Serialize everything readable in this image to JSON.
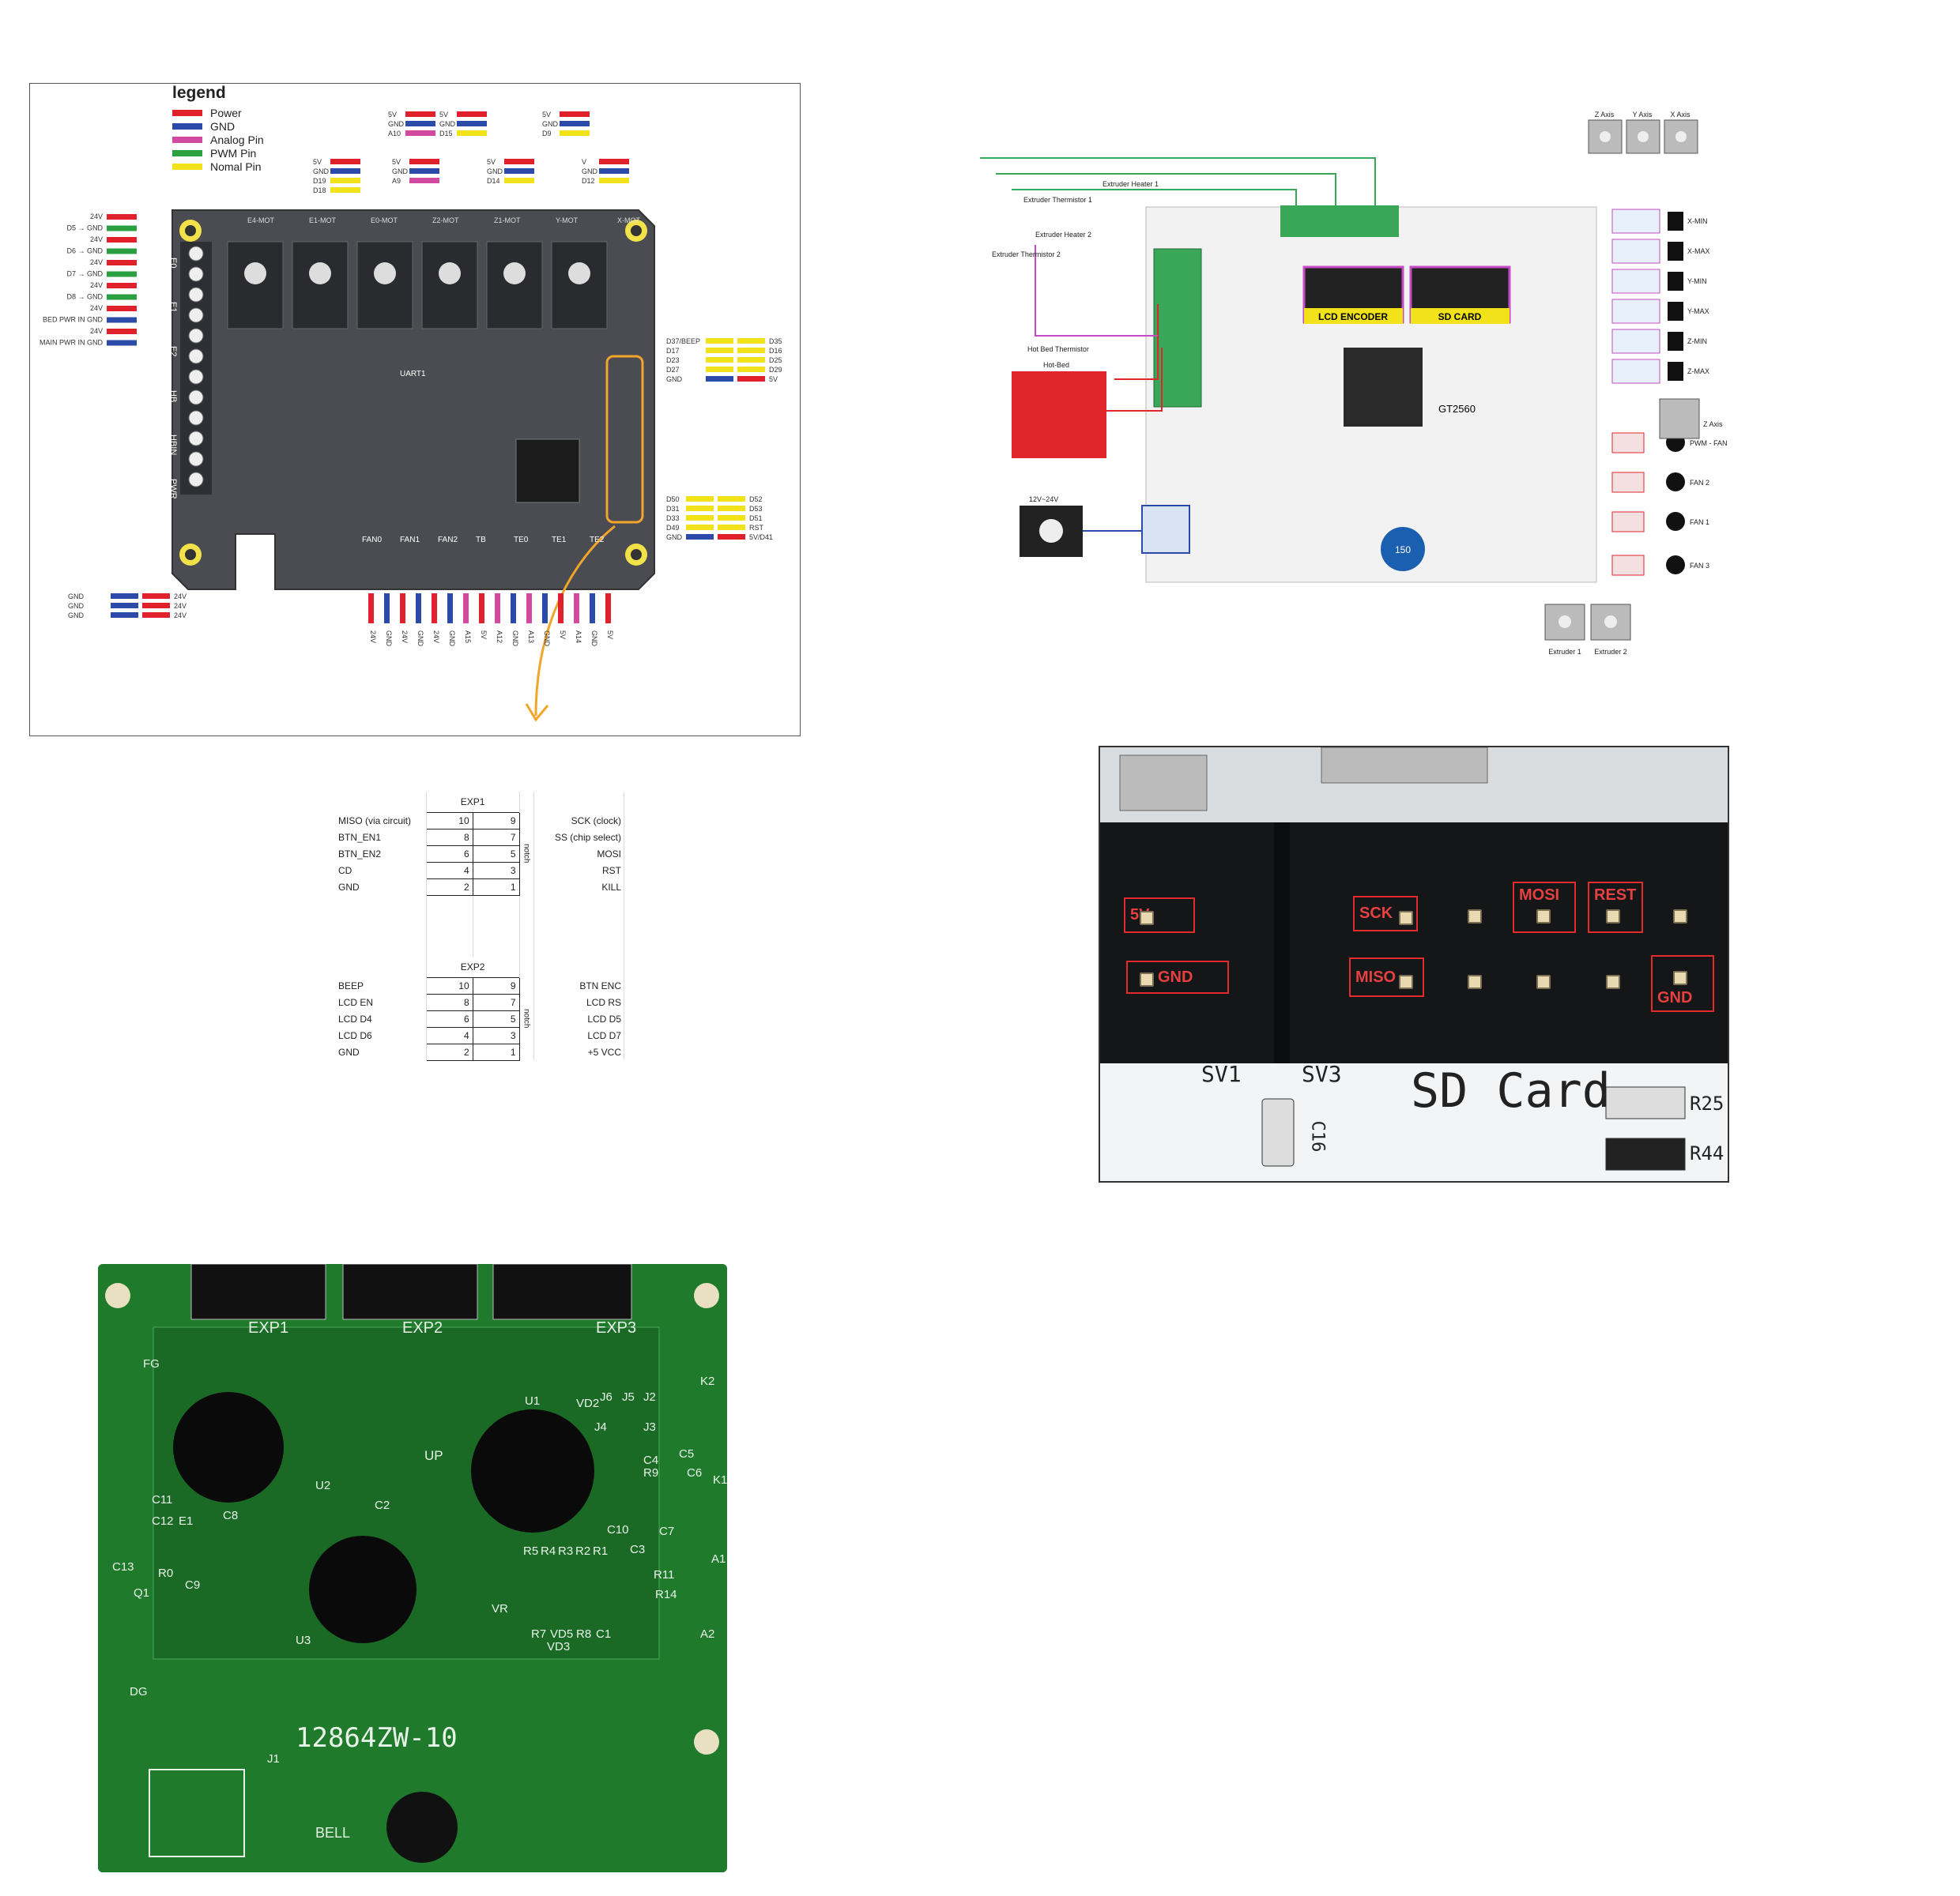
{
  "panel_a": {
    "legend": {
      "title": "legend",
      "items": [
        {
          "label": "Power",
          "color": "#e0202a"
        },
        {
          "label": "GND",
          "color": "#2c4aa8"
        },
        {
          "label": "Analog Pin",
          "color": "#d24aa0"
        },
        {
          "label": "PWM Pin",
          "color": "#2aa040"
        },
        {
          "label": "Nomal Pin",
          "color": "#f2e21a"
        }
      ]
    },
    "left_pins": [
      "24V",
      "D5 → GND",
      "24V",
      "D6 → GND",
      "24V",
      "D7 → GND",
      "24V",
      "D8 → GND",
      "24V",
      "BED PWR IN GND",
      "24V",
      "MAIN PWR IN GND"
    ],
    "motor_labels": [
      "E4-MOT",
      "E1-MOT",
      "E0-MOT",
      "Z2-MOT",
      "Z1-MOT",
      "Y-MOT",
      "X-MOT"
    ],
    "terminal_labels": [
      "E0",
      "E1",
      "E2",
      "HB",
      "HBIN",
      "PWR"
    ],
    "bottom_labels": [
      "FAN0",
      "FAN1",
      "FAN2",
      "TB",
      "TE0",
      "TE1",
      "TE2"
    ],
    "uart_label": "UART1",
    "right_pins_top": [
      {
        "l": "D37/BEEP",
        "r": "D35"
      },
      {
        "l": "D17",
        "r": "D16"
      },
      {
        "l": "D23",
        "r": "D25"
      },
      {
        "l": "D27",
        "r": "D29"
      },
      {
        "l": "GND",
        "r": "5V"
      }
    ],
    "right_pins_bottom": [
      {
        "l": "D50",
        "r": "D52"
      },
      {
        "l": "D31",
        "r": "D53"
      },
      {
        "l": "D33",
        "r": "D51"
      },
      {
        "l": "D49",
        "r": "RST"
      },
      {
        "l": "GND",
        "r": "5V/D41"
      }
    ],
    "bottom_left_pins": [
      "24V",
      "24V",
      "24V"
    ],
    "bottom_left_gnd": [
      "GND",
      "GND",
      "GND"
    ],
    "top_groups": [
      {
        "labels": [
          "5V",
          "GND",
          "D19",
          "D18"
        ]
      },
      {
        "labels": [
          "5V",
          "GND",
          "A9"
        ]
      },
      {
        "labels": [
          "5V",
          "GND",
          "A10"
        ]
      },
      {
        "labels": [
          "5V",
          "GND",
          "D15"
        ]
      },
      {
        "labels": [
          "5V",
          "GND",
          "D14"
        ]
      },
      {
        "labels": [
          "5V",
          "GND",
          "D9"
        ]
      },
      {
        "labels": [
          "V",
          "GND",
          "D12"
        ]
      }
    ],
    "bottom_row": [
      "24V",
      "GND",
      "24V",
      "GND",
      "24V",
      "GND",
      "A15",
      "5V",
      "A12",
      "GND",
      "A13",
      "GND",
      "5V",
      "A14",
      "GND",
      "5V"
    ]
  },
  "panel_b": {
    "title": "GT2560",
    "headers": [
      "LCD ENCODER",
      "SD CARD"
    ],
    "axes_top": [
      "Z Axis",
      "Y Axis",
      "X Axis"
    ],
    "endstops": [
      "X-MIN",
      "X-MAX",
      "Y-MIN",
      "Y-MAX",
      "Z-MIN",
      "Z-MAX"
    ],
    "z_axis_side": "Z Axis",
    "fans": [
      "PWM - FAN",
      "FAN 2",
      "FAN 1",
      "FAN 3"
    ],
    "extruders": [
      "Extruder 1",
      "Extruder 2"
    ],
    "left_labels": [
      "Extruder Heater 1",
      "Extruder Thermistor 1",
      "Extruder Heater 2",
      "Extruder Thermistor 2",
      "Hot Bed Thermistor",
      "Hot-Bed"
    ],
    "power_label": "12V~24V",
    "inductor_label": "150"
  },
  "panel_c": {
    "exp1_title": "EXP1",
    "exp2_title": "EXP2",
    "notch": "notch",
    "exp1": [
      {
        "l": "MISO (via circuit)",
        "a": "10",
        "b": "9",
        "r": "SCK (clock)"
      },
      {
        "l": "BTN_EN1",
        "a": "8",
        "b": "7",
        "r": "SS (chip select)"
      },
      {
        "l": "BTN_EN2",
        "a": "6",
        "b": "5",
        "r": "MOSI"
      },
      {
        "l": "CD",
        "a": "4",
        "b": "3",
        "r": "RST"
      },
      {
        "l": "GND",
        "a": "2",
        "b": "1",
        "r": "KILL"
      }
    ],
    "exp2": [
      {
        "l": "BEEP",
        "a": "10",
        "b": "9",
        "r": "BTN ENC"
      },
      {
        "l": "LCD EN",
        "a": "8",
        "b": "7",
        "r": "LCD RS"
      },
      {
        "l": "LCD D4",
        "a": "6",
        "b": "5",
        "r": "LCD D5"
      },
      {
        "l": "LCD D6",
        "a": "4",
        "b": "3",
        "r": "LCD D7"
      },
      {
        "l": "GND",
        "a": "2",
        "b": "1",
        "r": "+5 VCC"
      }
    ]
  },
  "panel_d": {
    "pins": [
      "5V",
      "GND",
      "SCK",
      "MISO",
      "MOSI",
      "REST",
      "GND"
    ],
    "silk": [
      "SV1",
      "SV3",
      "SD Card",
      "C16",
      "R25",
      "R44"
    ]
  },
  "panel_e": {
    "model": "12864ZW-10",
    "connectors": [
      "EXP1",
      "EXP2",
      "EXP3"
    ],
    "labels": [
      "FG",
      "U1",
      "U2",
      "U3",
      "VD2",
      "J6",
      "J5",
      "J2",
      "J4",
      "J3",
      "C5",
      "C4",
      "R9",
      "C6",
      "K1",
      "K2",
      "C7",
      "C10",
      "C2",
      "C8",
      "C11",
      "C12",
      "E1",
      "C9",
      "C13",
      "R0",
      "Q1",
      "C3",
      "R11",
      "R14",
      "R5",
      "R4",
      "R3",
      "R2",
      "R1",
      "VR",
      "R7",
      "VD5",
      "R8",
      "C1",
      "VD3",
      "A1",
      "A2",
      "DG",
      "J1",
      "BELL",
      "UP"
    ]
  }
}
